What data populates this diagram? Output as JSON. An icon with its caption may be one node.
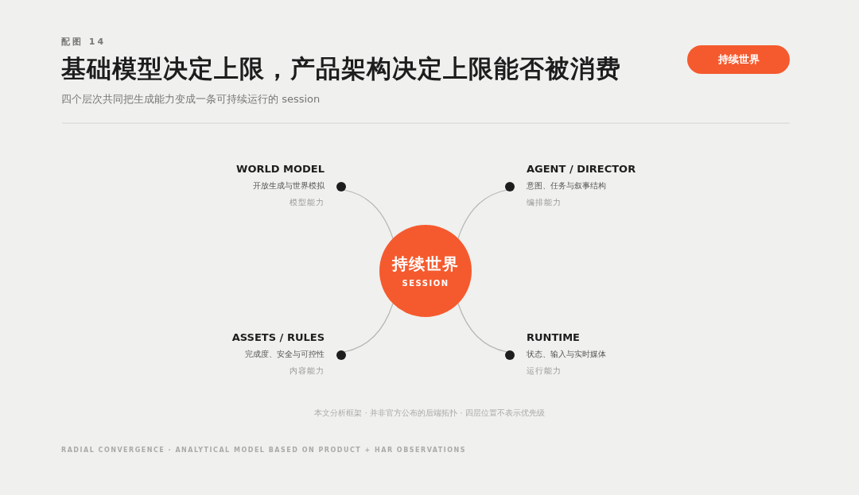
{
  "diagram": {
    "title": "基础模型决定上限，产品架构决定上限能否被消费",
    "nodes": [
      {
        "text": [
          "持续世界",
          "SESSION"
        ]
      },
      {
        "text": [],
        "shape": "circle",
        "beside": [
          "WORLD MODEL",
          "开放生成与世界模拟",
          "模型能力"
        ]
      },
      {
        "text": [],
        "shape": "circle",
        "beside": [
          "AGENT / DIRECTOR",
          "意图、任务与叙事结构",
          "编排能力"
        ]
      },
      {
        "text": [],
        "shape": "circle",
        "beside": [
          "ASSETS / RULES",
          "完成度、安全与可控性",
          "内容能力"
        ]
      },
      {
        "text": [],
        "shape": "circle",
        "beside": [
          "RUNTIME",
          "状态、输入与实时媒体",
          "运行能力"
        ]
      }
    ],
    "edges": [
      {
        "from": 1,
        "to": 0,
        "arrow": "none"
      },
      {
        "from": 2,
        "to": 0,
        "arrow": "none"
      },
      {
        "from": 3,
        "to": 0,
        "arrow": "none"
      },
      {
        "from": 4,
        "to": 0,
        "arrow": "none"
      }
    ],
    "labels": [
      "配图 14",
      "四个层次共同把生成能力变成一条可持续运行的 session",
      "持续世界",
      "本文分析框架 · 并非官方公布的后端拓扑 · 四层位置不表示优先级",
      "RADIAL CONVERGENCE · ANALYTICAL MODEL BASED ON PRODUCT + HAR OBSERVATIONS"
    ]
  }
}
